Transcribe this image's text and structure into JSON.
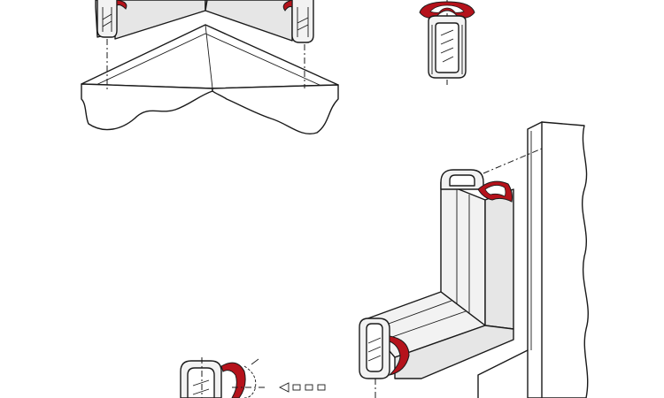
{
  "colors": {
    "seal_bulb": "#b5121b",
    "line": "#1a1a1a",
    "profile_face": "#f2f2f2",
    "background": "#ffffff"
  },
  "illustrations": [
    {
      "name": "mitered-corner-edge-trim"
    },
    {
      "name": "profile-cross-section"
    },
    {
      "name": "inside-corner-edge-trim"
    },
    {
      "name": "push-on-profile-detail"
    }
  ],
  "icons": [
    "push-direction-arrow-icon"
  ]
}
